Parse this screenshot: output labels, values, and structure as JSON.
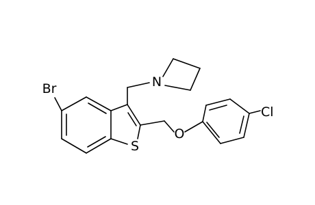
{
  "molecule": {
    "atoms": {
      "bromine": "Br",
      "nitrogen": "N",
      "sulfur": "S",
      "oxygen": "O",
      "chlorine": "Cl"
    }
  }
}
